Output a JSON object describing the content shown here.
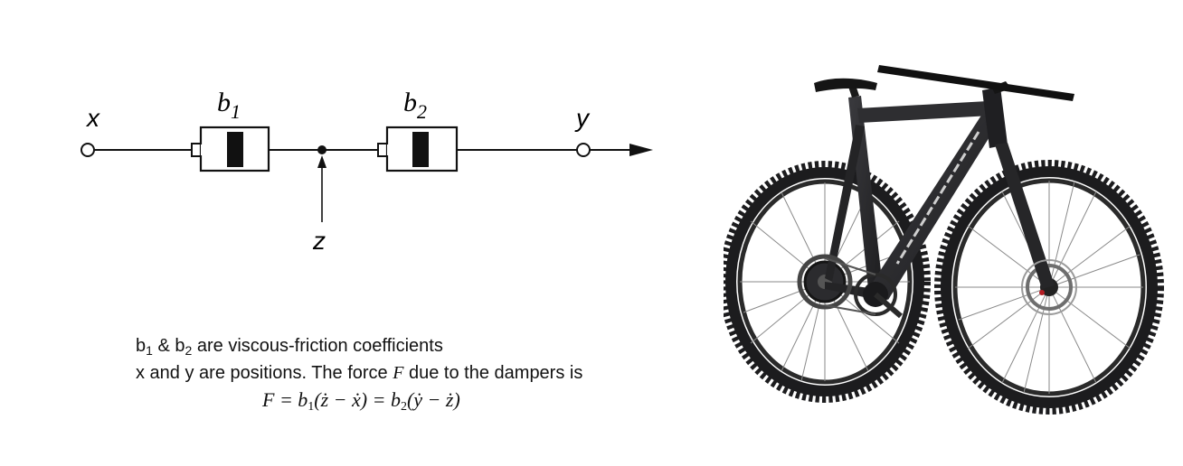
{
  "diagram": {
    "labels": {
      "x": "x",
      "y": "y",
      "z": "z",
      "b1_base": "b",
      "b1_sub": "1",
      "b2_base": "b",
      "b2_sub": "2"
    }
  },
  "caption": {
    "line1": {
      "b1": "b",
      "b1_sub": "1",
      "amp": " & ",
      "b2": "b",
      "b2_sub": "2",
      "rest": " are viscous-friction coefficients"
    },
    "line2": {
      "pre": "x and y are positions. The force ",
      "F": "F",
      "post": " due to the dampers is"
    },
    "line3": {
      "lhs": "F = ",
      "b1": "b",
      "b1_sub": "1",
      "mid": "(ż − ẋ) = ",
      "b2": "b",
      "b2_sub": "2",
      "end": "(ẏ − ż)"
    }
  },
  "photo": {
    "icon": "mountain-bike-photo",
    "colors": {
      "frame": "#2b2b2e",
      "tire": "#1c1c1e",
      "rim": "#2a2a2a",
      "spoke": "#8a8a8a",
      "lettering": "#cfcfcf"
    }
  }
}
